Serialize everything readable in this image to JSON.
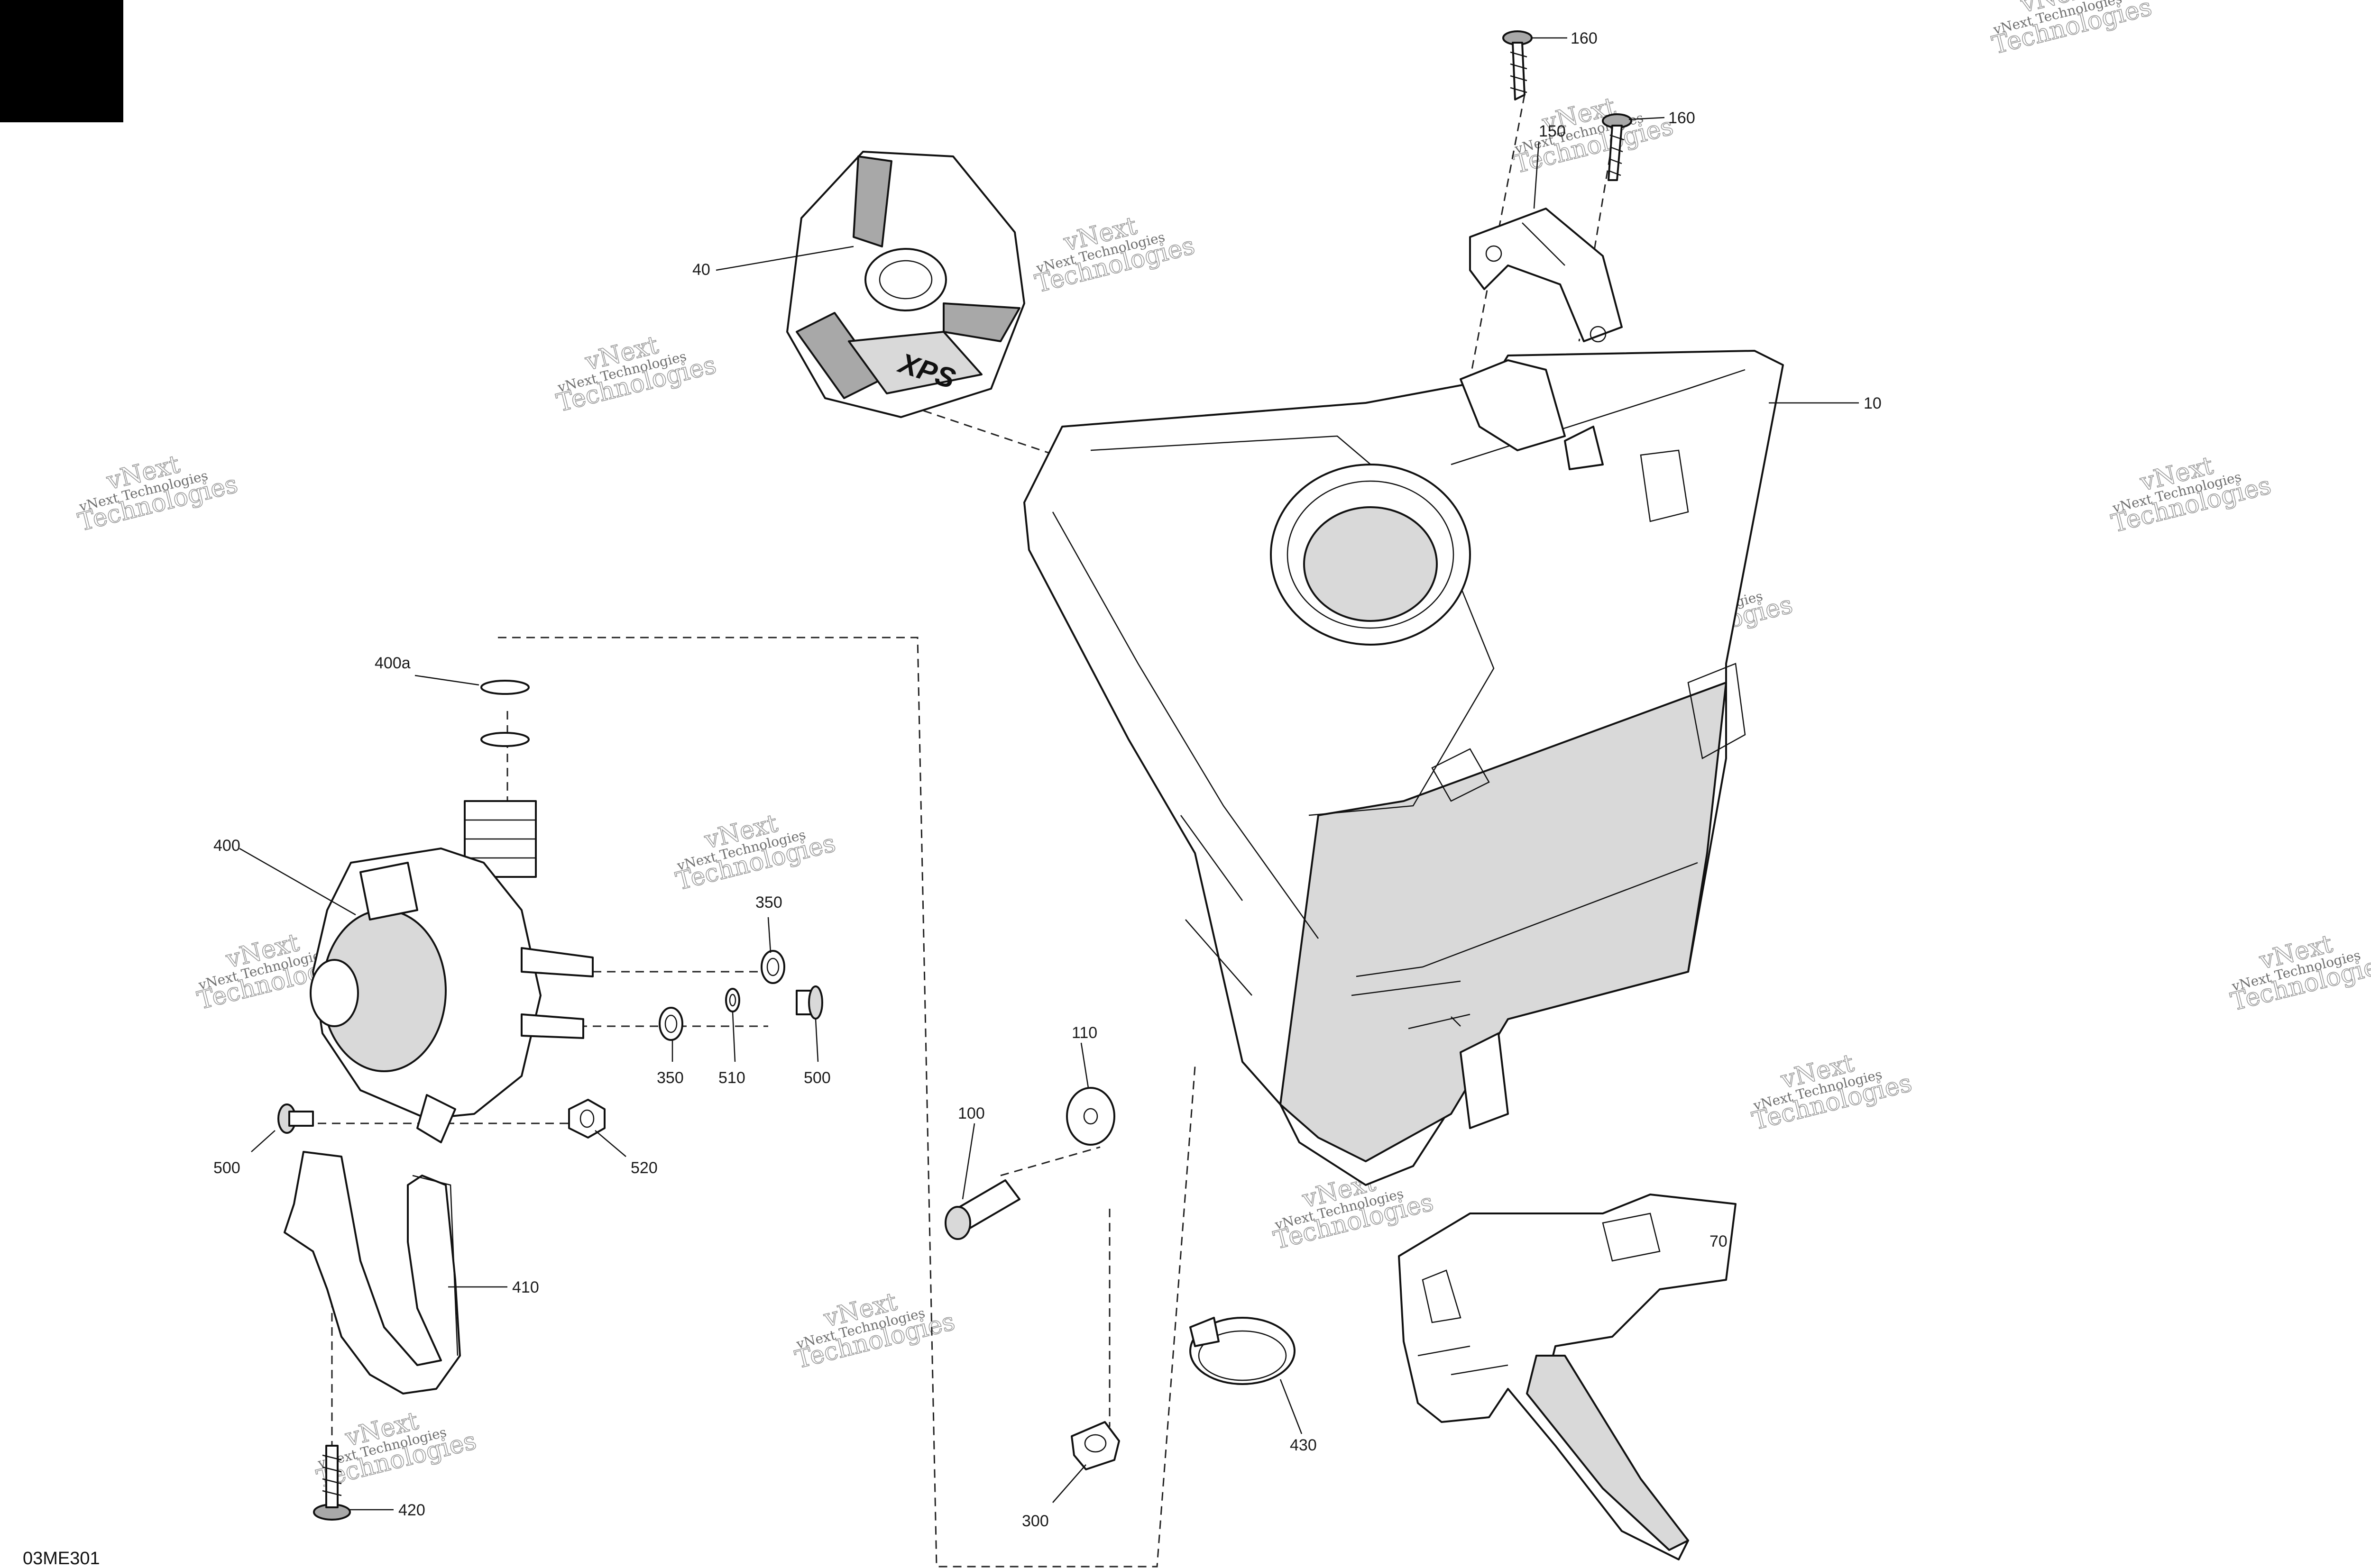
{
  "diagram_code": "03ME301",
  "watermark": {
    "line1": "vNext Technologies",
    "line2": "vNext",
    "line3": "Technologies"
  },
  "cap_logo": "XPS",
  "callouts": {
    "c10": "10",
    "c40": "40",
    "c70": "70",
    "c100": "100",
    "c110": "110",
    "c150": "150",
    "c160a": "160",
    "c160b": "160",
    "c300": "300",
    "c350a": "350",
    "c350b": "350",
    "c400": "400",
    "c400a": "400a",
    "c410": "410",
    "c420": "420",
    "c430": "430",
    "c500a": "500",
    "c500b": "500",
    "c510": "510",
    "c520": "520"
  }
}
